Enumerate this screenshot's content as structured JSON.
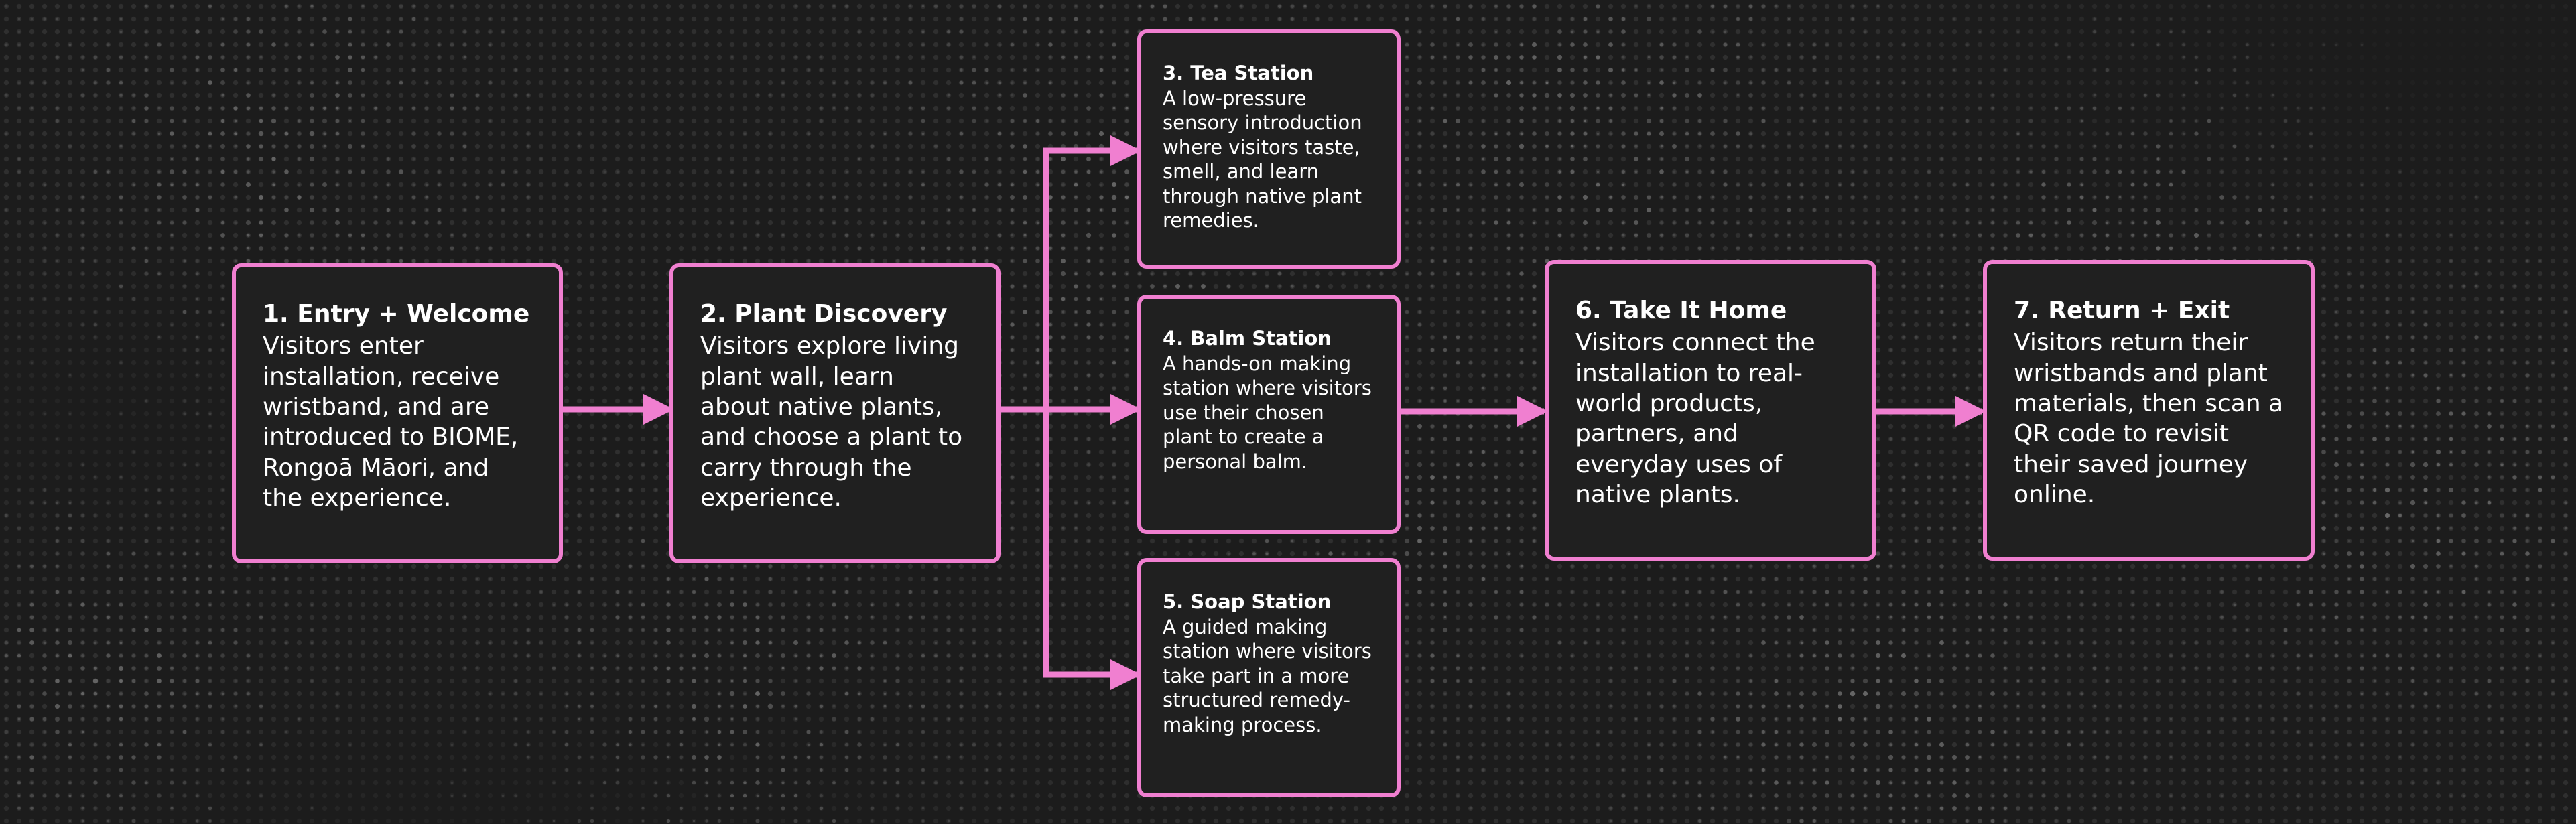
{
  "steps": [
    {
      "title": "1. Entry + Welcome",
      "description": "Visitors enter installation, receive wristband, and are introduced to BIOME, Rongoā Māori, and the experience."
    },
    {
      "title": "2. Plant Discovery",
      "description": "Visitors explore living plant wall, learn about native plants, and choose a plant to carry through the experience."
    },
    {
      "title": "3. Tea Station",
      "description": "A low-pressure sensory introduction where visitors taste, smell, and learn through native plant remedies."
    },
    {
      "title": "4. Balm Station",
      "description": "A hands-on making station where visitors use their chosen plant to create a personal balm."
    },
    {
      "title": "5. Soap Station",
      "description": "A guided making station where visitors take part in a more structured remedy-making process."
    },
    {
      "title": "6. Take It Home",
      "description": "Visitors connect the installation to real-world products, partners, and everyday uses of native plants."
    },
    {
      "title": "7. Return + Exit",
      "description": "Visitors return their wristbands and plant materials, then scan a QR code to revisit their saved journey online."
    }
  ],
  "colors": {
    "accent": "#f07fd0",
    "node_fill": "#202020",
    "background": "#1c1c1c",
    "text": "#ffffff"
  }
}
